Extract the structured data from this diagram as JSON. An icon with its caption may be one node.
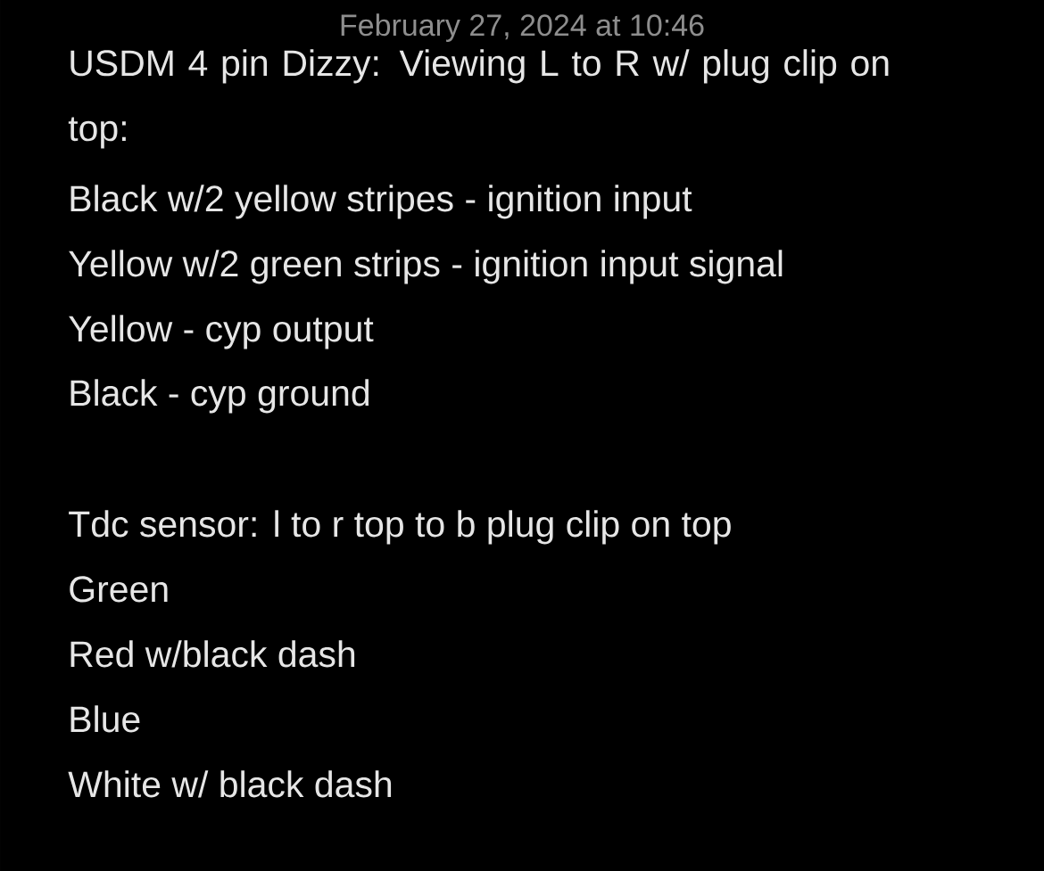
{
  "diagram": {
    "title": "February 27, 2024 at 10:46",
    "labels": [
      "USDM 4 pin Dizzy: Viewing L to R w/ plug clip on top:",
      "Black w/2 yellow stripes - ignition input",
      "Yellow w/2 green strips - ignition input signal",
      "Yellow - cyp output",
      "Black - cyp ground",
      "Tdc sensor: l to r top to b plug clip on top",
      "Green",
      "Red w/black dash",
      "Blue",
      "White w/ black dash"
    ]
  }
}
